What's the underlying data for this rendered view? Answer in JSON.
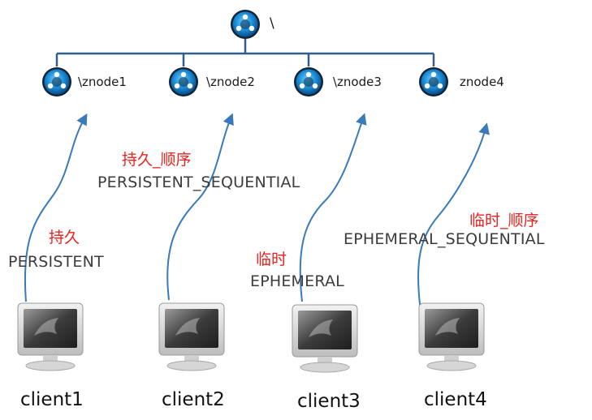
{
  "tree": {
    "root": {
      "label": "\\",
      "icon": "znode-icon"
    },
    "znodes": [
      {
        "label": "\\znode1",
        "icon": "znode-icon"
      },
      {
        "label": "\\znode2",
        "icon": "znode-icon"
      },
      {
        "label": "\\znode3",
        "icon": "znode-icon"
      },
      {
        "label": "znode4",
        "icon": "znode-icon"
      }
    ]
  },
  "modes": [
    {
      "cn": "持久",
      "en": "PERSISTENT"
    },
    {
      "cn": "持久_顺序",
      "en": "PERSISTENT_SEQUENTIAL"
    },
    {
      "cn": "临时",
      "en": "EPHEMERAL"
    },
    {
      "cn": "临时_顺序",
      "en": "EPHEMERAL_SEQUENTIAL"
    }
  ],
  "clients": [
    {
      "label": "client1",
      "icon": "monitor-icon"
    },
    {
      "label": "client2",
      "icon": "monitor-icon"
    },
    {
      "label": "client3",
      "icon": "monitor-icon"
    },
    {
      "label": "client4",
      "icon": "monitor-icon"
    }
  ],
  "colors": {
    "tree_line": "#2f5f8a",
    "arrow": "#3a7ab8",
    "node_blue": "#1c8fd8",
    "mode_cn": "#e8231f",
    "mode_en": "#3c3c3c"
  }
}
